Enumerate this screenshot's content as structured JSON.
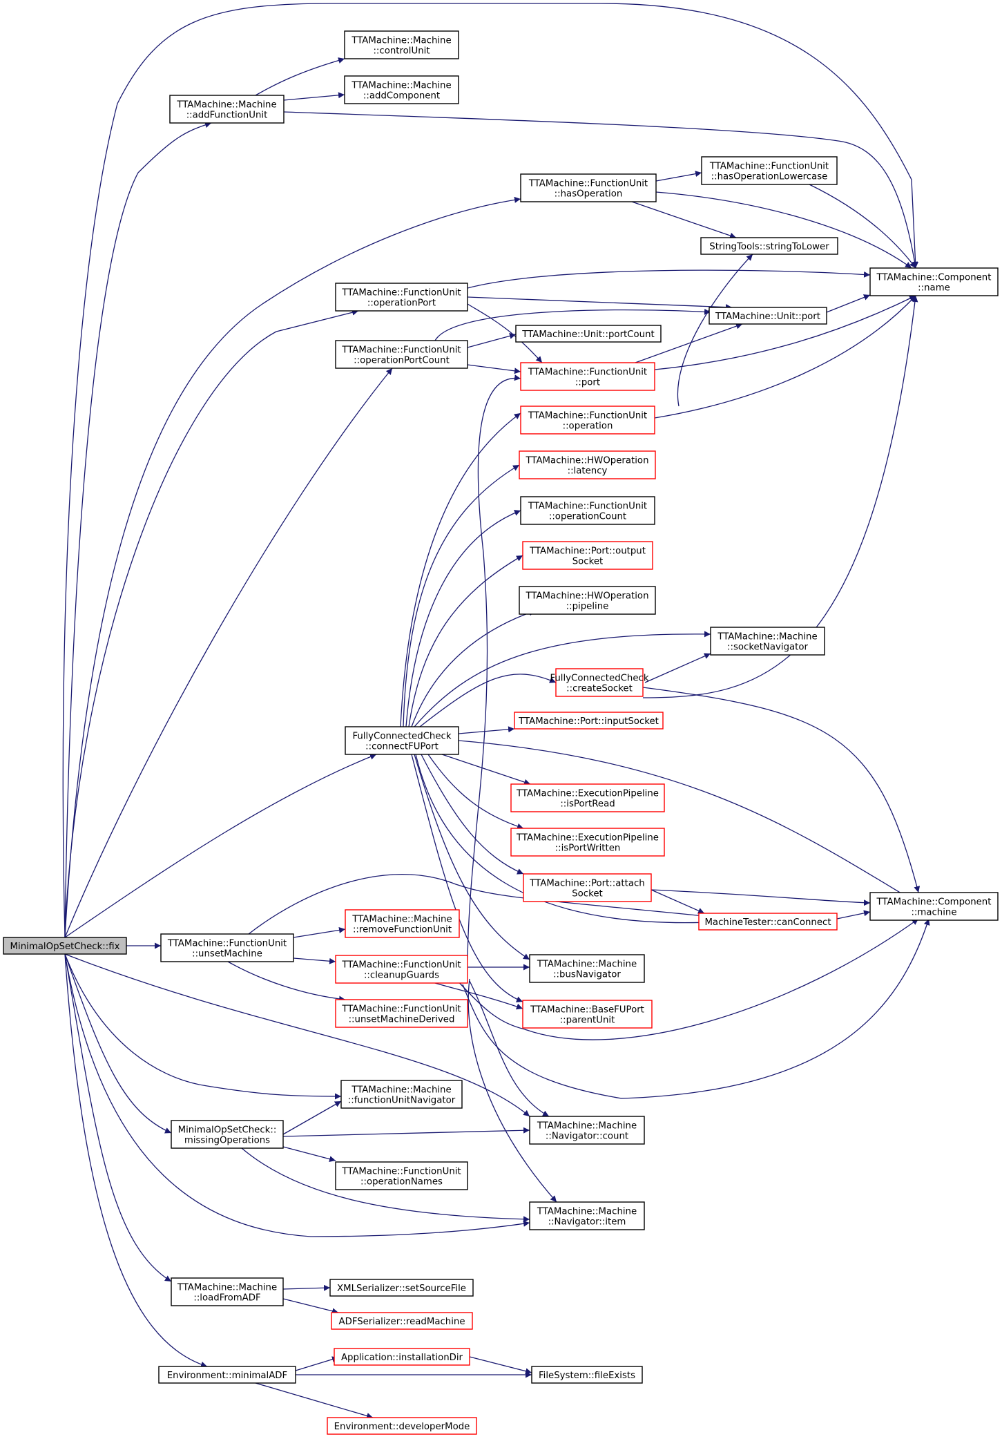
{
  "colors": {
    "edge": "#191970",
    "node_border_default": "#000000",
    "node_border_undocumented": "#ff0000",
    "root_fill": "#bfbfbf"
  },
  "nodes": [
    {
      "id": "root",
      "lines": [
        "MinimalOpSetCheck::fix"
      ],
      "style": "root"
    },
    {
      "id": "addFU",
      "lines": [
        "TTAMachine::Machine",
        "::addFunctionUnit"
      ],
      "style": "normal"
    },
    {
      "id": "controlUnit",
      "lines": [
        "TTAMachine::Machine",
        "::controlUnit"
      ],
      "style": "normal"
    },
    {
      "id": "addComponent",
      "lines": [
        "TTAMachine::Machine",
        "::addComponent"
      ],
      "style": "normal"
    },
    {
      "id": "hasOperation",
      "lines": [
        "TTAMachine::FunctionUnit",
        "::hasOperation"
      ],
      "style": "normal"
    },
    {
      "id": "hasOpLower",
      "lines": [
        "TTAMachine::FunctionUnit",
        "::hasOperationLowercase"
      ],
      "style": "normal"
    },
    {
      "id": "stringToLower",
      "lines": [
        "StringTools::stringToLower"
      ],
      "style": "normal"
    },
    {
      "id": "compName",
      "lines": [
        "TTAMachine::Component",
        "::name"
      ],
      "style": "normal"
    },
    {
      "id": "operationPort",
      "lines": [
        "TTAMachine::FunctionUnit",
        "::operationPort"
      ],
      "style": "normal"
    },
    {
      "id": "unitPort",
      "lines": [
        "TTAMachine::Unit::port"
      ],
      "style": "normal"
    },
    {
      "id": "operationPortCount",
      "lines": [
        "TTAMachine::FunctionUnit",
        "::operationPortCount"
      ],
      "style": "normal"
    },
    {
      "id": "unitPortCount",
      "lines": [
        "TTAMachine::Unit::portCount"
      ],
      "style": "normal"
    },
    {
      "id": "fuPort",
      "lines": [
        "TTAMachine::FunctionUnit",
        "::port"
      ],
      "style": "red"
    },
    {
      "id": "fuOperation",
      "lines": [
        "TTAMachine::FunctionUnit",
        "::operation"
      ],
      "style": "red"
    },
    {
      "id": "latency",
      "lines": [
        "TTAMachine::HWOperation",
        "::latency"
      ],
      "style": "red"
    },
    {
      "id": "operationCount",
      "lines": [
        "TTAMachine::FunctionUnit",
        "::operationCount"
      ],
      "style": "normal"
    },
    {
      "id": "outputSocket",
      "lines": [
        "TTAMachine::Port::output",
        "Socket"
      ],
      "style": "red"
    },
    {
      "id": "pipeline",
      "lines": [
        "TTAMachine::HWOperation",
        "::pipeline"
      ],
      "style": "normal"
    },
    {
      "id": "socketNav",
      "lines": [
        "TTAMachine::Machine",
        "::socketNavigator"
      ],
      "style": "normal"
    },
    {
      "id": "createSocket",
      "lines": [
        "FullyConnectedCheck",
        "::createSocket"
      ],
      "style": "red"
    },
    {
      "id": "connectFUPort",
      "lines": [
        "FullyConnectedCheck",
        "::connectFUPort"
      ],
      "style": "normal"
    },
    {
      "id": "inputSocket",
      "lines": [
        "TTAMachine::Port::inputSocket"
      ],
      "style": "red"
    },
    {
      "id": "isPortRead",
      "lines": [
        "TTAMachine::ExecutionPipeline",
        "::isPortRead"
      ],
      "style": "red"
    },
    {
      "id": "isPortWritten",
      "lines": [
        "TTAMachine::ExecutionPipeline",
        "::isPortWritten"
      ],
      "style": "red"
    },
    {
      "id": "attachSocket",
      "lines": [
        "TTAMachine::Port::attach",
        "Socket"
      ],
      "style": "red"
    },
    {
      "id": "compMachine",
      "lines": [
        "TTAMachine::Component",
        "::machine"
      ],
      "style": "normal"
    },
    {
      "id": "canConnect",
      "lines": [
        "MachineTester::canConnect"
      ],
      "style": "red"
    },
    {
      "id": "removeFU",
      "lines": [
        "TTAMachine::Machine",
        "::removeFunctionUnit"
      ],
      "style": "red"
    },
    {
      "id": "unsetMachine",
      "lines": [
        "TTAMachine::FunctionUnit",
        "::unsetMachine"
      ],
      "style": "normal"
    },
    {
      "id": "cleanupGuards",
      "lines": [
        "TTAMachine::FunctionUnit",
        "::cleanupGuards"
      ],
      "style": "red"
    },
    {
      "id": "busNav",
      "lines": [
        "TTAMachine::Machine",
        "::busNavigator"
      ],
      "style": "normal"
    },
    {
      "id": "unsetMachineDerived",
      "lines": [
        "TTAMachine::FunctionUnit",
        "::unsetMachineDerived"
      ],
      "style": "red"
    },
    {
      "id": "parentUnit",
      "lines": [
        "TTAMachine::BaseFUPort",
        "::parentUnit"
      ],
      "style": "red"
    },
    {
      "id": "fuNav",
      "lines": [
        "TTAMachine::Machine",
        "::functionUnitNavigator"
      ],
      "style": "normal"
    },
    {
      "id": "missingOps",
      "lines": [
        "MinimalOpSetCheck::",
        "missingOperations"
      ],
      "style": "normal"
    },
    {
      "id": "navCount",
      "lines": [
        "TTAMachine::Machine",
        "::Navigator::count"
      ],
      "style": "normal"
    },
    {
      "id": "operationNames",
      "lines": [
        "TTAMachine::FunctionUnit",
        "::operationNames"
      ],
      "style": "normal"
    },
    {
      "id": "navItem",
      "lines": [
        "TTAMachine::Machine",
        "::Navigator::item"
      ],
      "style": "normal"
    },
    {
      "id": "loadFromADF",
      "lines": [
        "TTAMachine::Machine",
        "::loadFromADF"
      ],
      "style": "normal"
    },
    {
      "id": "setSourceFile",
      "lines": [
        "XMLSerializer::setSourceFile"
      ],
      "style": "normal"
    },
    {
      "id": "readMachine",
      "lines": [
        "ADFSerializer::readMachine"
      ],
      "style": "red"
    },
    {
      "id": "installationDir",
      "lines": [
        "Application::installationDir"
      ],
      "style": "red"
    },
    {
      "id": "minimalADF",
      "lines": [
        "Environment::minimalADF"
      ],
      "style": "normal"
    },
    {
      "id": "fileExists",
      "lines": [
        "FileSystem::fileExists"
      ],
      "style": "normal"
    },
    {
      "id": "developerMode",
      "lines": [
        "Environment::developerMode"
      ],
      "style": "red"
    }
  ]
}
